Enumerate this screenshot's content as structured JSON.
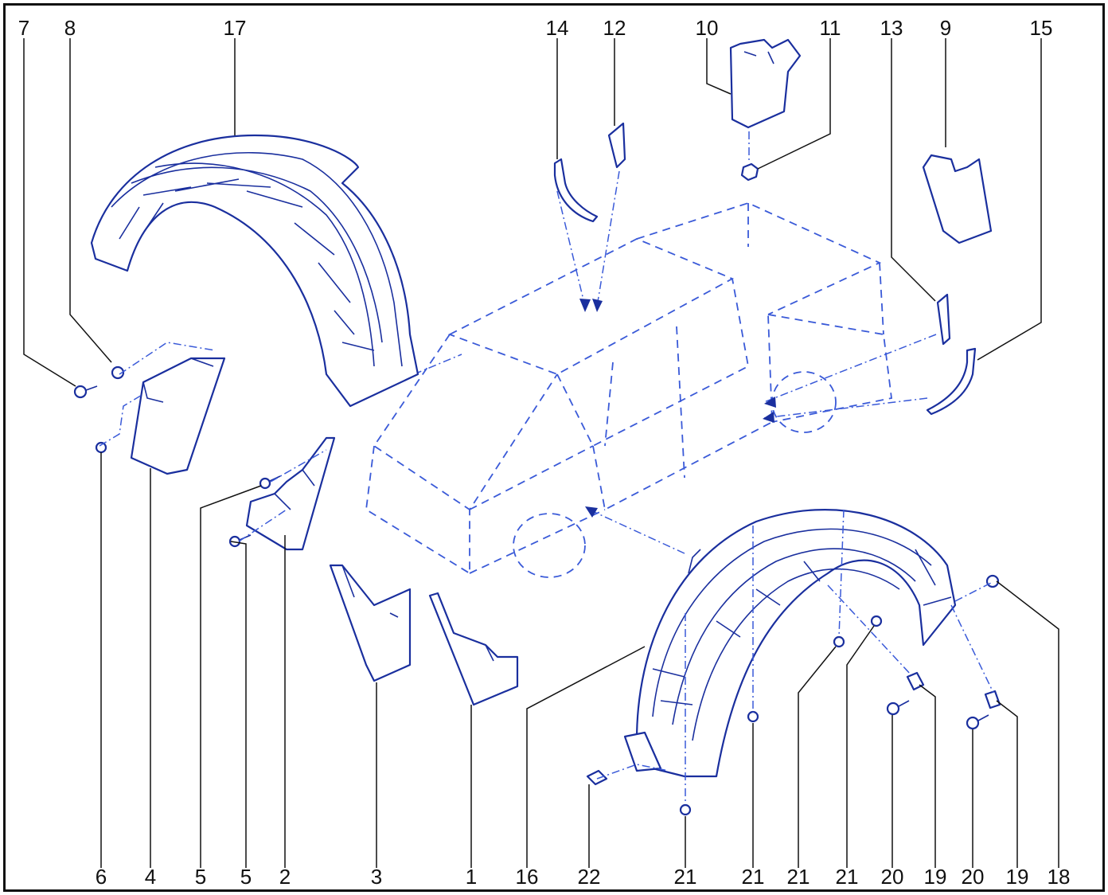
{
  "diagram": {
    "accent_color": "#1a2f9e",
    "vehicle_outline_color": "#3a5ad8",
    "callouts_top": [
      "7",
      "8",
      "17",
      "14",
      "12",
      "10",
      "11",
      "13",
      "9",
      "15"
    ],
    "callouts_bottom": [
      "6",
      "4",
      "5",
      "5",
      "2",
      "3",
      "1",
      "16",
      "22",
      "21",
      "21",
      "21",
      "21",
      "20",
      "19",
      "20",
      "19",
      "18"
    ]
  }
}
